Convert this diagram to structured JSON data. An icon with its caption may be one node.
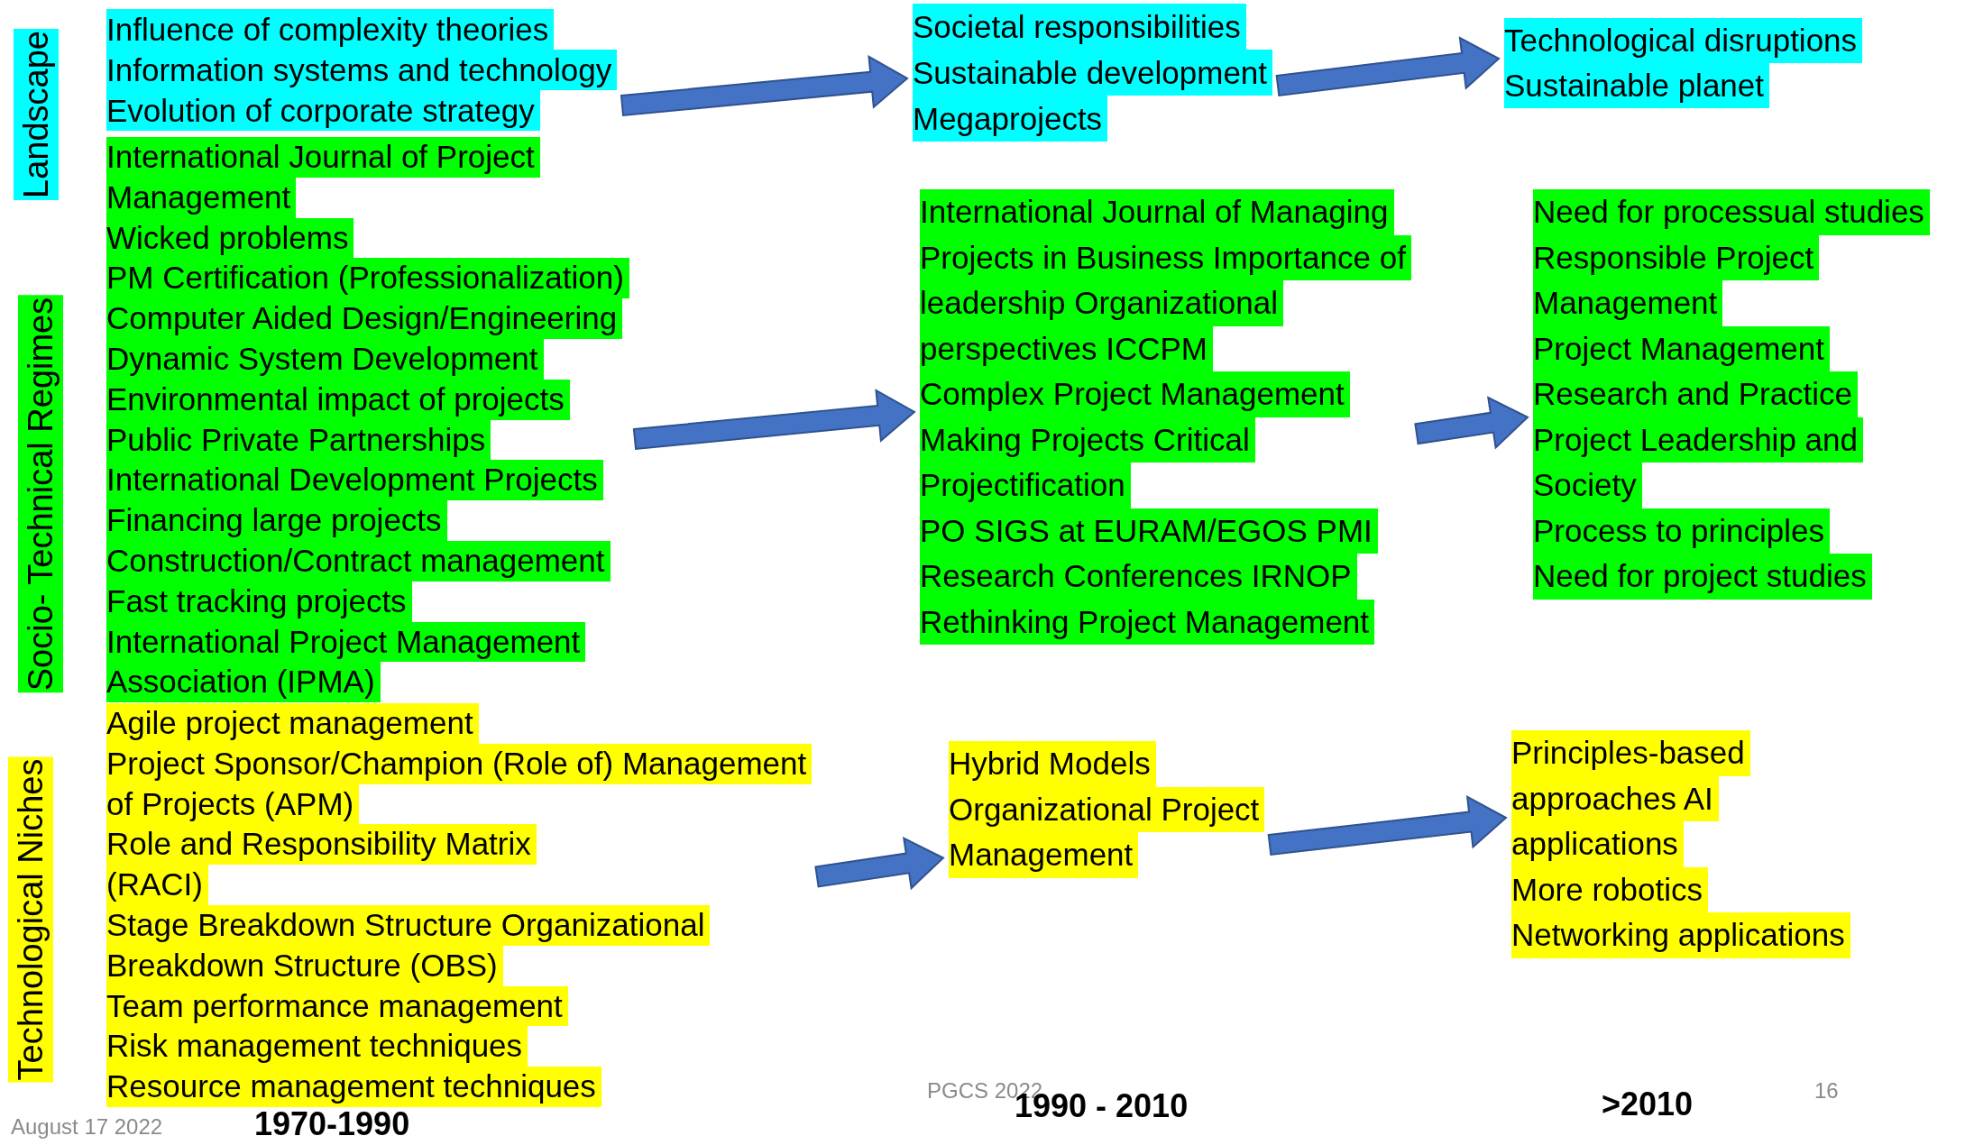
{
  "diagram": {
    "nodes": [
      {
        "text": [
          "Influence of complexity theories",
          "Information systems and technology",
          "Evolution of corporate strategy"
        ]
      },
      {
        "text": [
          "International Journal of Project",
          "Management",
          "Wicked problems",
          "PM Certification (Professionalization)",
          "Computer Aided Design/Engineering",
          "Dynamic System Development",
          "Environmental impact of projects",
          "Public Private Partnerships",
          "International Development Projects",
          "Financing large projects",
          "Construction/Contract management",
          "Fast tracking projects",
          "International Project Management",
          "Association (IPMA)"
        ]
      },
      {
        "text": [
          "Agile project management",
          "Project Sponsor/Champion (Role of) Management",
          "of Projects (APM)",
          "Role and Responsibility Matrix",
          "(RACI)",
          "Stage Breakdown Structure Organizational",
          "Breakdown Structure (OBS)",
          "Team performance management",
          "Risk management techniques",
          "Resource management techniques"
        ]
      },
      {
        "text": [
          "Societal responsibilities",
          "Sustainable development",
          "Megaprojects"
        ]
      },
      {
        "text": [
          "International Journal of Managing",
          "Projects in Business Importance of",
          "leadership Organizational",
          "perspectives ICCPM",
          "Complex Project Management",
          "Making Projects Critical",
          "Projectification",
          "PO SIGS at EURAM/EGOS PMI",
          "Research Conferences IRNOP",
          "Rethinking Project Management"
        ]
      },
      {
        "text": [
          "Hybrid Models",
          "Organizational Project",
          "Management"
        ]
      },
      {
        "text": [
          "Technological disruptions",
          "Sustainable planet"
        ]
      },
      {
        "text": [
          "Need for processual studies",
          "Responsible Project",
          "Management",
          "Project Management",
          "Research and Practice",
          "Project Leadership and",
          "Society",
          "Process to principles",
          "Need for project studies"
        ]
      },
      {
        "text": [
          "Principles-based",
          "approaches AI",
          "applications",
          "More robotics",
          "Networking applications"
        ]
      }
    ],
    "edges": [
      {
        "from": 0,
        "to": 3,
        "arrow": "to"
      },
      {
        "from": 1,
        "to": 4,
        "arrow": "to"
      },
      {
        "from": 2,
        "to": 5,
        "arrow": "to"
      },
      {
        "from": 3,
        "to": 6,
        "arrow": "to"
      },
      {
        "from": 4,
        "to": 7,
        "arrow": "to"
      },
      {
        "from": 5,
        "to": 8,
        "arrow": "to"
      }
    ],
    "labels": [
      "Landscape",
      "Socio- Technical Regimes",
      "Technological Niches",
      "August 17 2022",
      "1970-1990",
      "PGCS 2022",
      "1990 - 2010",
      ">2010",
      "16"
    ]
  }
}
